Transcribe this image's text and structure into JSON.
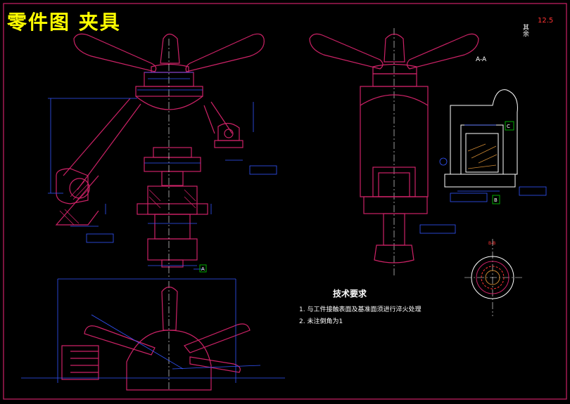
{
  "title": "零件图 夹具",
  "section_label": "A-A",
  "roughness": {
    "value": "12.5",
    "label": "其余"
  },
  "notes": {
    "heading": "技术要求",
    "items": [
      "1. 与工件接触表面及基准面须进行淬火处理",
      "2. 未注倒角为1"
    ]
  },
  "datums": [
    "A",
    "C",
    "B"
  ],
  "detail_label": "B-B",
  "colors": {
    "outline": "#cc2266",
    "dimension": "#3355ff",
    "centerline": "#ffffff",
    "title": "#ffff00",
    "datum_box": "#00aa00"
  }
}
